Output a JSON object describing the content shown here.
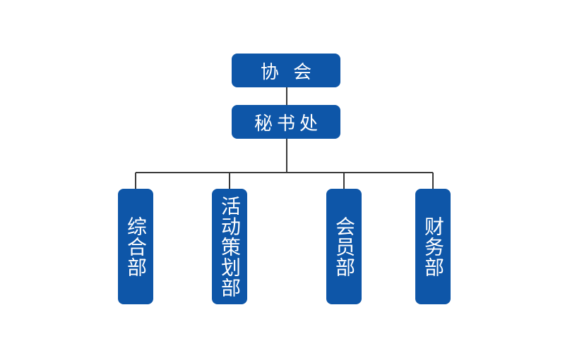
{
  "root": {
    "label": "协 会"
  },
  "secretariat": {
    "label": "秘书处"
  },
  "departments": [
    {
      "label": "综合部"
    },
    {
      "label": "活动策划部"
    },
    {
      "label": "会员部"
    },
    {
      "label": "财务部"
    }
  ],
  "colors": {
    "node_fill": "#0e56a8",
    "node_text": "#ffffff",
    "connector": "#3a3a3a"
  }
}
